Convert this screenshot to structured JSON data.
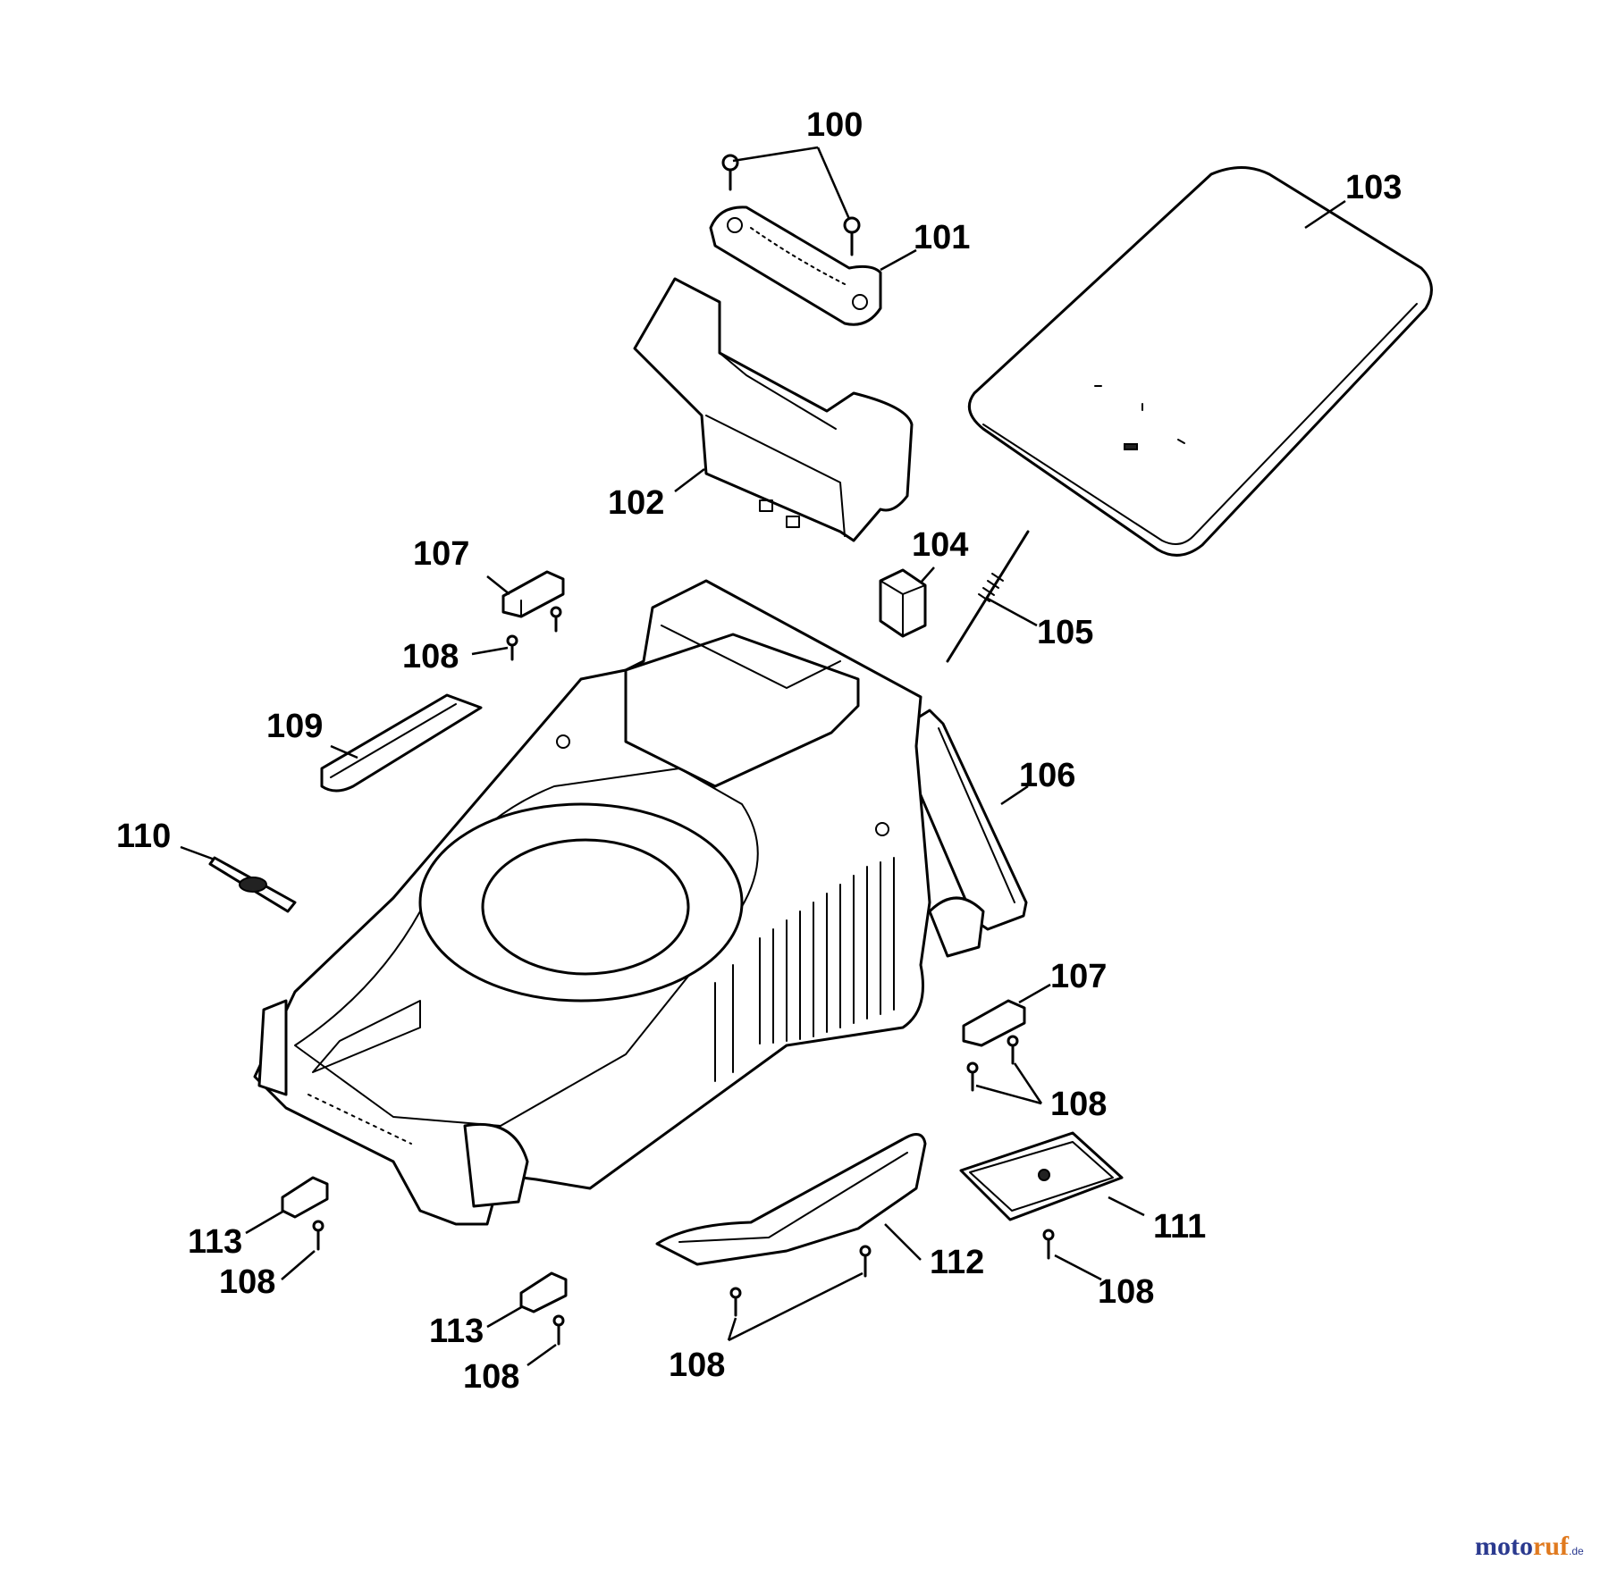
{
  "colors": {
    "line": "#000000",
    "background": "#ffffff",
    "watermark_blue": "#2b3a8f",
    "watermark_orange": "#e07a1f"
  },
  "callouts": {
    "c100": "100",
    "c101": "101",
    "c102": "102",
    "c103": "103",
    "c104": "104",
    "c105": "105",
    "c106": "106",
    "c107a": "107",
    "c107b": "107",
    "c108a": "108",
    "c108b": "108",
    "c108c": "108",
    "c108d": "108",
    "c108e": "108",
    "c108f": "108",
    "c109": "109",
    "c110": "110",
    "c111": "111",
    "c112": "112",
    "c113a": "113",
    "c113b": "113"
  },
  "watermark": {
    "part1": "moto",
    "part2": "ruf",
    "suffix": ".de"
  }
}
